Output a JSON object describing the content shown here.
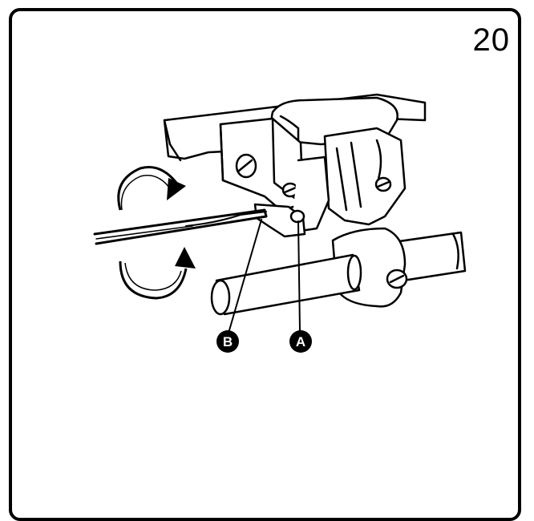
{
  "step": {
    "number": "20"
  },
  "callouts": {
    "a": "A",
    "b": "B"
  },
  "colors": {
    "ink": "#000000",
    "paper": "#ffffff"
  }
}
